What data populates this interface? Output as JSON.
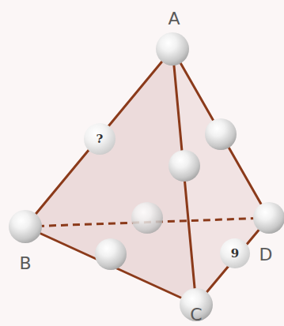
{
  "diagram": {
    "nodes": [
      {
        "text": [
          "?"
        ]
      },
      {
        "text": [
          "9"
        ]
      }
    ],
    "labels": [
      "A",
      "B",
      "C",
      "D"
    ]
  }
}
